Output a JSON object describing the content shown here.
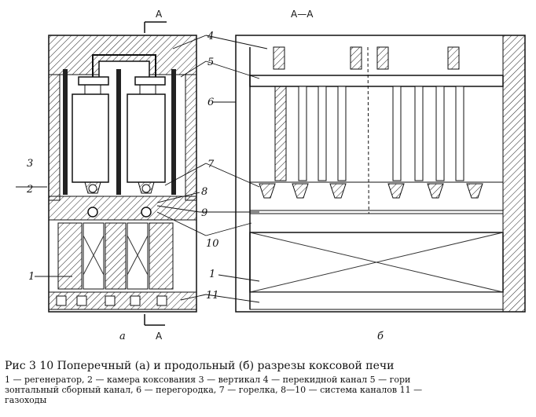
{
  "section_marks": {
    "top_a": "А",
    "section_aa": "А—А",
    "bottom_a": "А"
  },
  "view_labels": {
    "left": "а",
    "right": "б"
  },
  "callouts": [
    "4",
    "5",
    "6",
    "7",
    "8",
    "9",
    "10",
    "1",
    "11",
    "3",
    "2",
    "1"
  ],
  "caption": {
    "title": "Рис 3 10 Поперечный (а) и продольный (б) разрезы коксовой печи",
    "legend_lines": [
      "1 — регенератор, 2 — камера коксования 3 — вертикал 4 — перекидной канал 5 — гори",
      "зонтальный сборный канал, 6 — перегородка, 7 — горелка, 8—10 — система каналов 11 —",
      "газоходы"
    ]
  }
}
